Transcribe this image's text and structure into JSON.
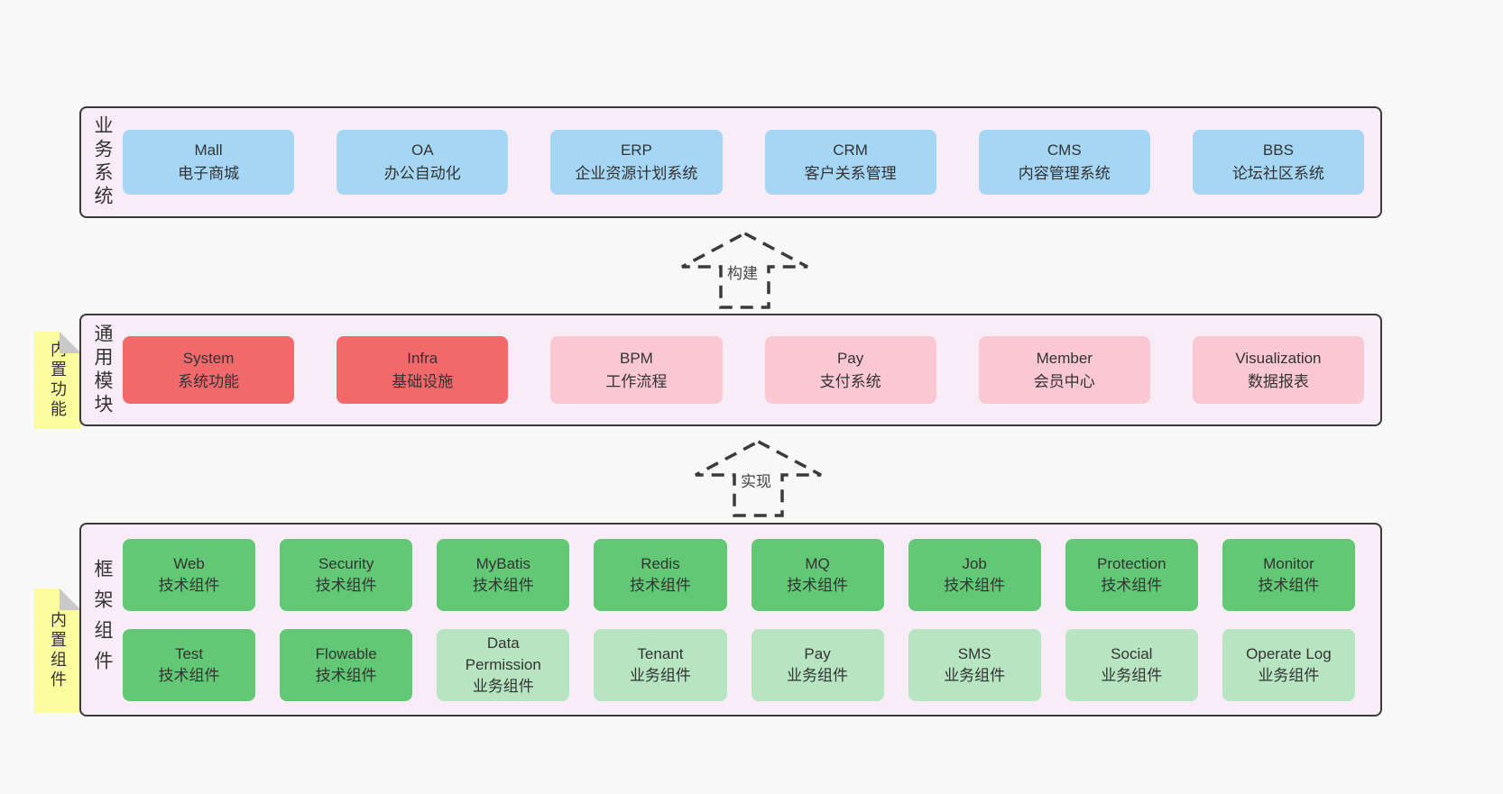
{
  "colors": {
    "page_bg": "#f8f8f8",
    "section_bg": "#f8ecf7",
    "section_border": "#3a3a3a",
    "blue_box": "#a5d7f5",
    "red_box": "#f2696c",
    "pink_box": "#fac8d3",
    "green_box": "#63c875",
    "light_green_box": "#b7e5c2",
    "note_yellow": "#fafc9e",
    "note_fold_gray": "#c9c9c9"
  },
  "arrows": {
    "build": "构建",
    "implement": "实现"
  },
  "sections": {
    "business": {
      "label": "业务系统",
      "boxes": [
        {
          "name": "Mall",
          "desc": "电子商城"
        },
        {
          "name": "OA",
          "desc": "办公自动化"
        },
        {
          "name": "ERP",
          "desc": "企业资源计划系统"
        },
        {
          "name": "CRM",
          "desc": "客户关系管理"
        },
        {
          "name": "CMS",
          "desc": "内容管理系统"
        },
        {
          "name": "BBS",
          "desc": "论坛社区系统"
        }
      ]
    },
    "modules": {
      "label": "通用模块",
      "note": "内置功能",
      "boxes": [
        {
          "name": "System",
          "desc": "系统功能"
        },
        {
          "name": "Infra",
          "desc": "基础设施"
        },
        {
          "name": "BPM",
          "desc": "工作流程"
        },
        {
          "name": "Pay",
          "desc": "支付系统"
        },
        {
          "name": "Member",
          "desc": "会员中心"
        },
        {
          "name": "Visualization",
          "desc": "数据报表"
        }
      ]
    },
    "framework": {
      "label": "框架组件",
      "note": "内置组件",
      "row1": [
        {
          "name": "Web",
          "desc": "技术组件"
        },
        {
          "name": "Security",
          "desc": "技术组件"
        },
        {
          "name": "MyBatis",
          "desc": "技术组件"
        },
        {
          "name": "Redis",
          "desc": "技术组件"
        },
        {
          "name": "MQ",
          "desc": "技术组件"
        },
        {
          "name": "Job",
          "desc": "技术组件"
        },
        {
          "name": "Protection",
          "desc": "技术组件"
        },
        {
          "name": "Monitor",
          "desc": "技术组件"
        }
      ],
      "row2": [
        {
          "name": "Test",
          "desc": "技术组件"
        },
        {
          "name": "Flowable",
          "desc": "技术组件"
        },
        {
          "name": "Data Permission",
          "desc": "业务组件"
        },
        {
          "name": "Tenant",
          "desc": "业务组件"
        },
        {
          "name": "Pay",
          "desc": "业务组件"
        },
        {
          "name": "SMS",
          "desc": "业务组件"
        },
        {
          "name": "Social",
          "desc": "业务组件"
        },
        {
          "name": "Operate Log",
          "desc": "业务组件"
        }
      ]
    }
  }
}
